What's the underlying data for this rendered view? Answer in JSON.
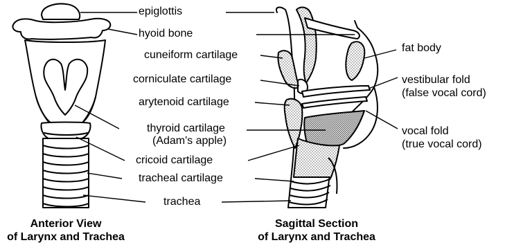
{
  "labels": {
    "epiglottis": "epiglottis",
    "hyoid_bone": "hyoid bone",
    "cuneiform_cartilage": "cuneiform cartilage",
    "corniculate_cartilage": "corniculate cartilage",
    "arytenoid_cartilage": "arytenoid cartilage",
    "thyroid_cartilage": "thyroid cartilage",
    "thyroid_cartilage_alt": "(Adam's apple)",
    "cricoid_cartilage": "cricoid cartilage",
    "tracheal_cartilage": "tracheal cartilage",
    "trachea": "trachea",
    "fat_body": "fat body",
    "vestibular_fold": "vestibular fold",
    "vestibular_fold_alt": "(false vocal cord)",
    "vocal_fold": "vocal fold",
    "vocal_fold_alt": "(true vocal cord)"
  },
  "captions": {
    "anterior_line1": "Anterior View",
    "anterior_line2": "of Larynx and Trachea",
    "sagittal_line1": "Sagittal Section",
    "sagittal_line2": "of Larynx and Trachea"
  }
}
